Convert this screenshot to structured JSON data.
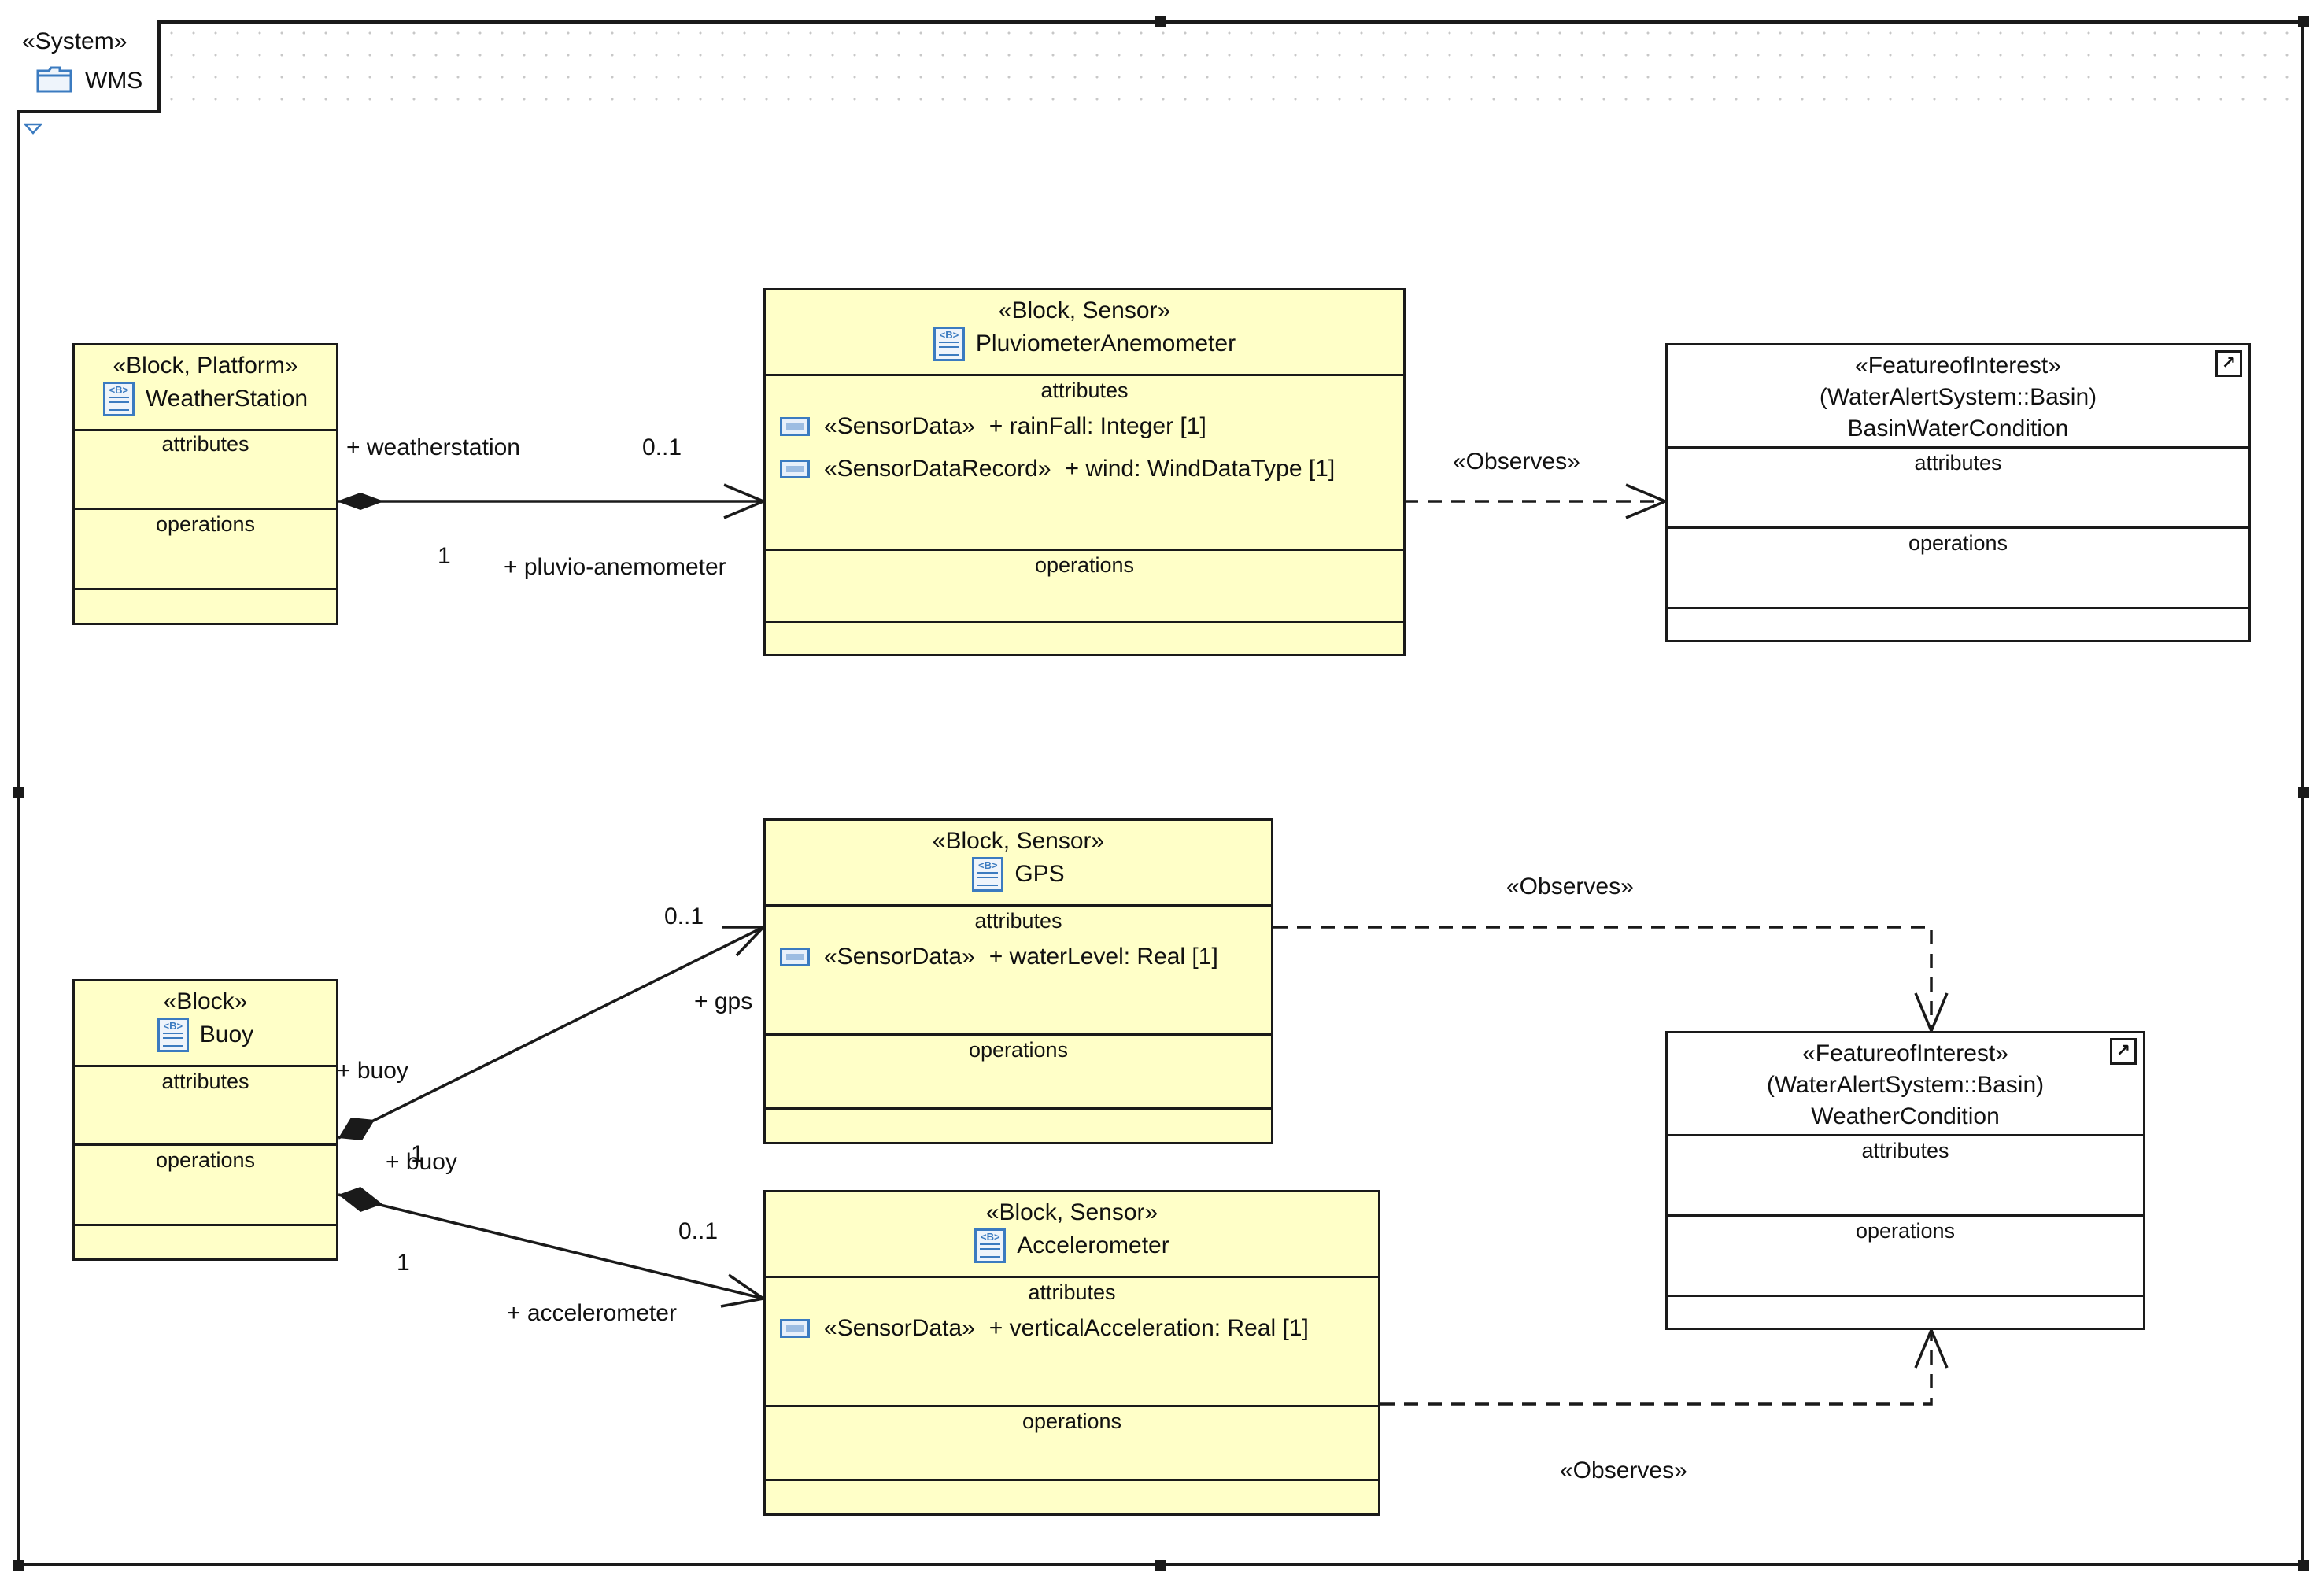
{
  "package": {
    "stereotype": "«System»",
    "name": "WMS"
  },
  "blocks": {
    "weather_station": {
      "stereotype": "«Block, Platform»",
      "name": "WeatherStation",
      "attributes_label": "attributes",
      "operations_label": "operations"
    },
    "pluviometer": {
      "stereotype": "«Block, Sensor»",
      "name": "PluviometerAnemometer",
      "attributes_label": "attributes",
      "operations_label": "operations",
      "attributes": [
        {
          "stereotype": "«SensorData»",
          "text": "+ rainFall: Integer [1]"
        },
        {
          "stereotype": "«SensorDataRecord»",
          "text": "+ wind: WindDataType [1]"
        }
      ]
    },
    "basin_water_condition": {
      "stereotype": "«FeatureofInterest»",
      "qualifier": "(WaterAlertSystem::Basin)",
      "name": "BasinWaterCondition",
      "attributes_label": "attributes",
      "operations_label": "operations"
    },
    "buoy": {
      "stereotype": "«Block»",
      "name": "Buoy",
      "attributes_label": "attributes",
      "operations_label": "operations"
    },
    "gps": {
      "stereotype": "«Block, Sensor»",
      "name": "GPS",
      "attributes_label": "attributes",
      "operations_label": "operations",
      "attributes": [
        {
          "stereotype": "«SensorData»",
          "text": "+ waterLevel: Real [1]"
        }
      ]
    },
    "accelerometer": {
      "stereotype": "«Block, Sensor»",
      "name": "Accelerometer",
      "attributes_label": "attributes",
      "operations_label": "operations",
      "attributes": [
        {
          "stereotype": "«SensorData»",
          "text": "+ verticalAcceleration: Real [1]"
        }
      ]
    },
    "weather_condition": {
      "stereotype": "«FeatureofInterest»",
      "qualifier": "(WaterAlertSystem::Basin)",
      "name": "WeatherCondition",
      "attributes_label": "attributes",
      "operations_label": "operations"
    }
  },
  "associations": {
    "ws_pluvio": {
      "source_role": "+ weatherstation",
      "source_mult": "1",
      "target_role": "+ pluvio-anemometer",
      "target_mult": "0..1"
    },
    "buoy_gps": {
      "source_role": "+ buoy",
      "source_mult": "1",
      "target_role": "+ gps",
      "target_mult": "0..1"
    },
    "buoy_accel": {
      "source_role": "+ buoy",
      "source_mult": "1",
      "target_role": "+ accelerometer",
      "target_mult": "0..1"
    }
  },
  "dependencies": {
    "pluvio_observes": "«Observes»",
    "gps_observes": "«Observes»",
    "accel_observes": "«Observes»"
  },
  "colors": {
    "block_fill": "#ffffc8",
    "icon_blue": "#3b7bc0",
    "line": "#1a1a1a"
  },
  "icons": {
    "block": "block-icon",
    "attribute": "attribute-icon",
    "external": "external-link-icon",
    "package": "package-icon"
  }
}
